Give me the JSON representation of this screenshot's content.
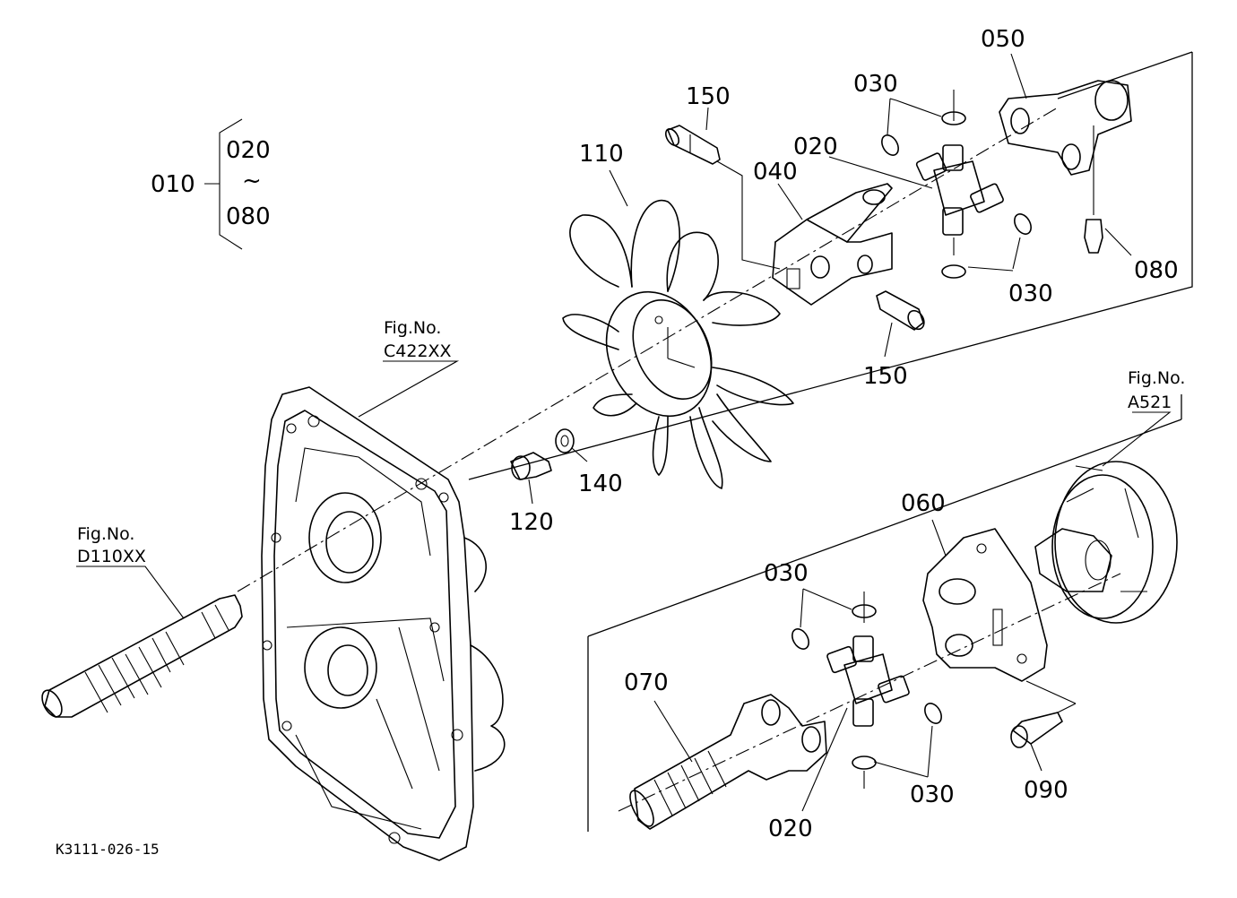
{
  "group_callout": {
    "main": "010",
    "range_start": "020",
    "range_sep": "~",
    "range_end": "080"
  },
  "fig_refs": [
    {
      "prefix": "Fig.No.",
      "code": "C422XX"
    },
    {
      "prefix": "Fig.No.",
      "code": "A521"
    },
    {
      "prefix": "Fig.No.",
      "code": "D110XX"
    }
  ],
  "part_labels": {
    "p050": "050",
    "p030_a": "030",
    "p150_a": "150",
    "p020_a": "020",
    "p110": "110",
    "p040": "040",
    "p080": "080",
    "p030_b": "030",
    "p150_b": "150",
    "p120": "120",
    "p140": "140",
    "p060": "060",
    "p030_c": "030",
    "p070": "070",
    "p030_d": "030",
    "p090": "090",
    "p020_b": "020"
  },
  "drawing_code": "K3111-026-15"
}
